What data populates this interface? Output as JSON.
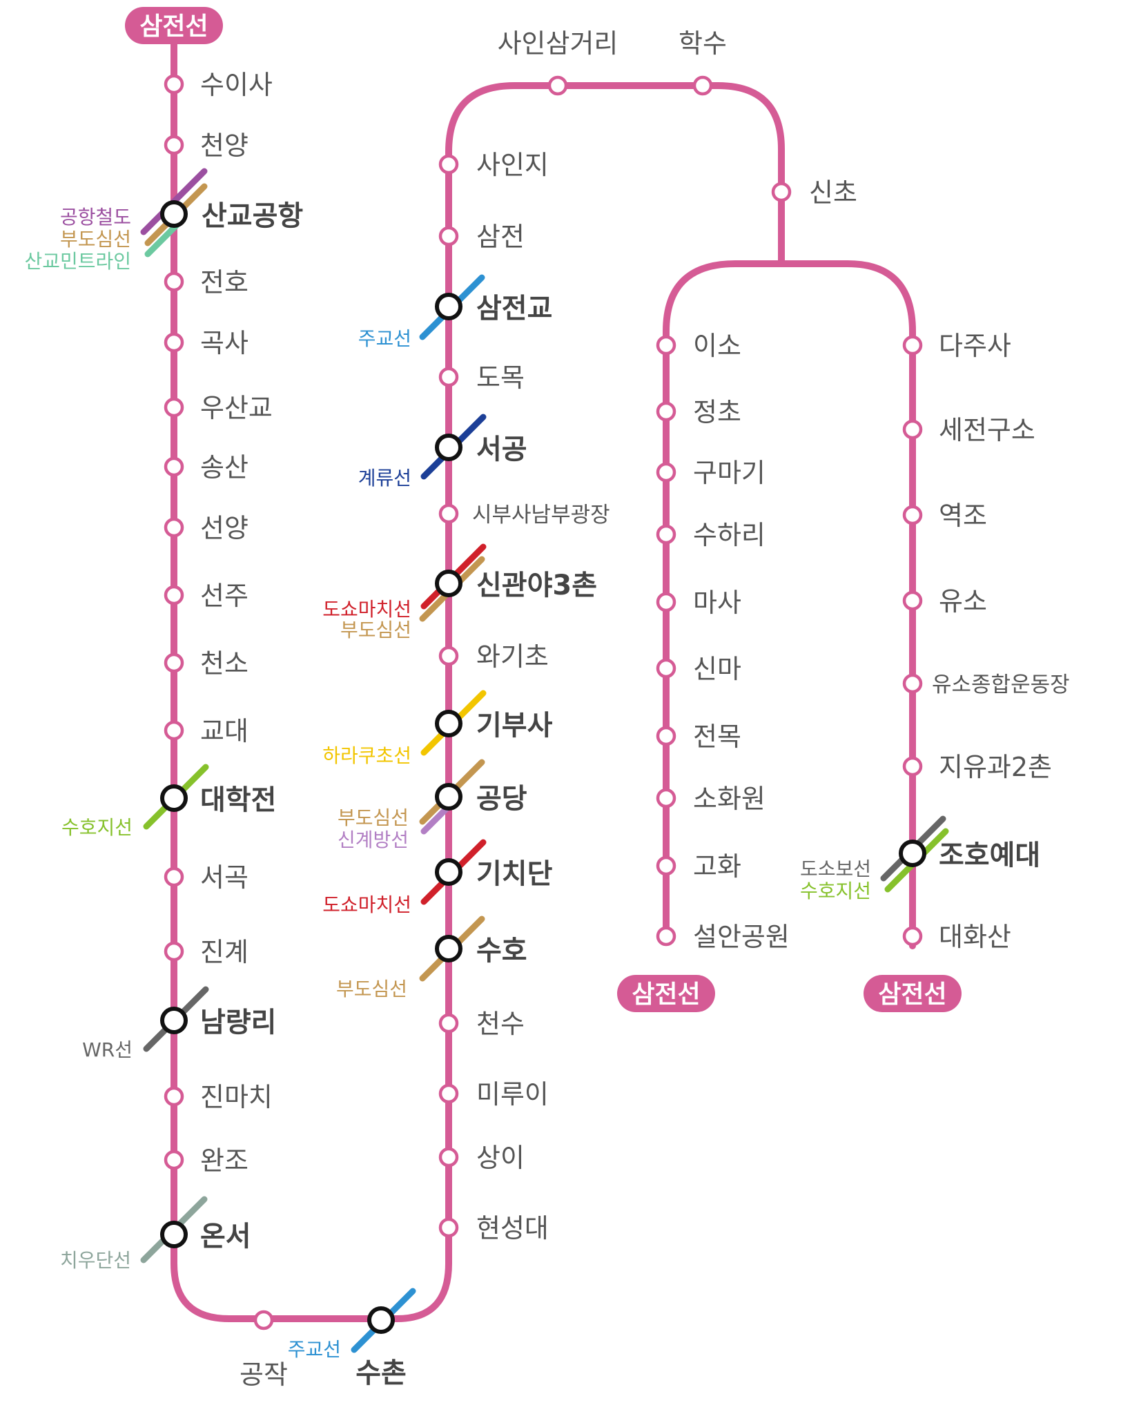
{
  "line_color": "#d55b95",
  "terminals": [
    {
      "label": "삼전선"
    },
    {
      "label": "삼전선"
    },
    {
      "label": "삼전선"
    }
  ],
  "stations": [
    {
      "id": "suisa",
      "name": "수이사",
      "transfer": false
    },
    {
      "id": "cheonyang",
      "name": "천양",
      "transfer": false
    },
    {
      "id": "sangyo-airport",
      "name": "산교공항",
      "transfer": true
    },
    {
      "id": "jeonho",
      "name": "전호",
      "transfer": false
    },
    {
      "id": "goksa",
      "name": "곡사",
      "transfer": false
    },
    {
      "id": "usangyo",
      "name": "우산교",
      "transfer": false
    },
    {
      "id": "songsan",
      "name": "송산",
      "transfer": false
    },
    {
      "id": "seonyang",
      "name": "선양",
      "transfer": false
    },
    {
      "id": "seonju",
      "name": "선주",
      "transfer": false
    },
    {
      "id": "cheonso",
      "name": "천소",
      "transfer": false
    },
    {
      "id": "gyodae",
      "name": "교대",
      "transfer": false
    },
    {
      "id": "daehakjeon",
      "name": "대학전",
      "transfer": true
    },
    {
      "id": "seogok",
      "name": "서곡",
      "transfer": false
    },
    {
      "id": "jingye",
      "name": "진계",
      "transfer": false
    },
    {
      "id": "namryangri",
      "name": "남량리",
      "transfer": true
    },
    {
      "id": "jinmachi",
      "name": "진마치",
      "transfer": false
    },
    {
      "id": "wanjo",
      "name": "완조",
      "transfer": false
    },
    {
      "id": "onseo",
      "name": "온서",
      "transfer": true
    },
    {
      "id": "gongjak",
      "name": "공작",
      "transfer": false
    },
    {
      "id": "suchon",
      "name": "수촌",
      "transfer": true
    },
    {
      "id": "hyeonseongdae",
      "name": "현성대",
      "transfer": false
    },
    {
      "id": "sangi",
      "name": "상이",
      "transfer": false
    },
    {
      "id": "mirui",
      "name": "미루이",
      "transfer": false
    },
    {
      "id": "cheonsu",
      "name": "천수",
      "transfer": false
    },
    {
      "id": "suho",
      "name": "수호",
      "transfer": true
    },
    {
      "id": "gichidan",
      "name": "기치단",
      "transfer": true
    },
    {
      "id": "gongdang",
      "name": "공당",
      "transfer": true
    },
    {
      "id": "gibusa",
      "name": "기부사",
      "transfer": true
    },
    {
      "id": "wagicho",
      "name": "와기초",
      "transfer": false
    },
    {
      "id": "singwanya3chon",
      "name": "신관야3촌",
      "transfer": true
    },
    {
      "id": "sibusa-nambu",
      "name": "시부사남부광장",
      "transfer": false
    },
    {
      "id": "seogong",
      "name": "서공",
      "transfer": true
    },
    {
      "id": "domok",
      "name": "도목",
      "transfer": false
    },
    {
      "id": "samjeongyo",
      "name": "삼전교",
      "transfer": true
    },
    {
      "id": "samjeon",
      "name": "삼전",
      "transfer": false
    },
    {
      "id": "sainji",
      "name": "사인지",
      "transfer": false
    },
    {
      "id": "sainsamgeori",
      "name": "사인삼거리",
      "transfer": false
    },
    {
      "id": "haksu",
      "name": "학수",
      "transfer": false
    },
    {
      "id": "sincho",
      "name": "신초",
      "transfer": false
    },
    {
      "id": "iso",
      "name": "이소",
      "transfer": false
    },
    {
      "id": "jeongcho",
      "name": "정초",
      "transfer": false
    },
    {
      "id": "gumagi",
      "name": "구마기",
      "transfer": false
    },
    {
      "id": "suhari",
      "name": "수하리",
      "transfer": false
    },
    {
      "id": "masa",
      "name": "마사",
      "transfer": false
    },
    {
      "id": "sinma",
      "name": "신마",
      "transfer": false
    },
    {
      "id": "jeonmok",
      "name": "전목",
      "transfer": false
    },
    {
      "id": "sohwawon",
      "name": "소화원",
      "transfer": false
    },
    {
      "id": "goha",
      "name": "고화",
      "transfer": false
    },
    {
      "id": "seolan-park",
      "name": "설안공원",
      "transfer": false
    },
    {
      "id": "dajusa",
      "name": "다주사",
      "transfer": false
    },
    {
      "id": "sejeongguso",
      "name": "세전구소",
      "transfer": false
    },
    {
      "id": "yeokjo",
      "name": "역조",
      "transfer": false
    },
    {
      "id": "yuso",
      "name": "유소",
      "transfer": false
    },
    {
      "id": "yuso-stadium",
      "name": "유소종합운동장",
      "transfer": false
    },
    {
      "id": "jiyugwa2chon",
      "name": "지유과2촌",
      "transfer": false
    },
    {
      "id": "johoyedae",
      "name": "조호예대",
      "transfer": true
    },
    {
      "id": "daehwasan",
      "name": "대화산",
      "transfer": false
    }
  ],
  "transfer_lines": [
    {
      "station": "sangyo-airport",
      "name": "공항철도",
      "color": "#9b4fa0"
    },
    {
      "station": "sangyo-airport",
      "name": "부도심선",
      "color": "#c39650"
    },
    {
      "station": "sangyo-airport",
      "name": "산교민트라인",
      "color": "#6cc9a0"
    },
    {
      "station": "daehakjeon",
      "name": "수호지선",
      "color": "#86c12b"
    },
    {
      "station": "namryangri",
      "name": "WR선",
      "color": "#666666"
    },
    {
      "station": "onseo",
      "name": "치우단선",
      "color": "#8da59b"
    },
    {
      "station": "suchon",
      "name": "주교선",
      "color": "#2d91d2"
    },
    {
      "station": "samjeongyo",
      "name": "주교선",
      "color": "#2d91d2"
    },
    {
      "station": "seogong",
      "name": "계류선",
      "color": "#1c3f97"
    },
    {
      "station": "singwanya3chon",
      "name": "도쇼마치선",
      "color": "#d0202a"
    },
    {
      "station": "singwanya3chon",
      "name": "부도심선",
      "color": "#c39650"
    },
    {
      "station": "gibusa",
      "name": "하라쿠초선",
      "color": "#f2c500"
    },
    {
      "station": "gongdang",
      "name": "부도심선",
      "color": "#c39650"
    },
    {
      "station": "gongdang",
      "name": "신계방선",
      "color": "#b27fc4"
    },
    {
      "station": "gichidan",
      "name": "도쇼마치선",
      "color": "#d0202a"
    },
    {
      "station": "suho",
      "name": "부도심선",
      "color": "#c39650"
    },
    {
      "station": "johoyedae",
      "name": "도소보선",
      "color": "#666666"
    },
    {
      "station": "johoyedae",
      "name": "수호지선",
      "color": "#86c12b"
    }
  ]
}
